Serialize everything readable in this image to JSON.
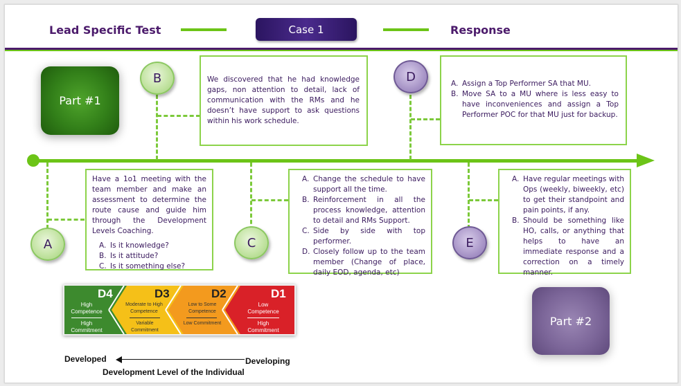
{
  "header": {
    "left_title": "Lead Specific Test",
    "case_label": "Case 1",
    "right_title": "Response"
  },
  "parts": {
    "part1": "Part #1",
    "part2": "Part #2"
  },
  "nodes": {
    "A": {
      "label": "A",
      "text": "Have a 1o1 meeting with the team member and make an assessment to determine the route cause and guide him through the Development Levels Coaching.",
      "list": [
        {
          "marker": "A.",
          "text": "Is it knowledge?"
        },
        {
          "marker": "B.",
          "text": "Is it attitude?"
        },
        {
          "marker": "C.",
          "text": "Is it something else?"
        }
      ]
    },
    "B": {
      "label": "B",
      "text": "We discovered that he had knowledge gaps, non attention to detail, lack of communication with the RMs and he doesn’t have support to ask questions within his work schedule."
    },
    "C": {
      "label": "C",
      "list": [
        {
          "marker": "A.",
          "text": "Change the schedule to have support all the time."
        },
        {
          "marker": "B.",
          "text": "Reinforcement in all the process knowledge, attention to detail and RMs Support."
        },
        {
          "marker": "C.",
          "text": "Side by side with top performer."
        },
        {
          "marker": "D.",
          "text": "Closely follow up to the team member (Change of place, daily EOD, agenda, etc)"
        }
      ]
    },
    "D": {
      "label": "D",
      "list": [
        {
          "marker": "A.",
          "text": "Assign a Top Performer SA that MU."
        },
        {
          "marker": "B.",
          "text": "Move SA to a MU where is less easy to have inconveniences and assign a Top Performer POC for that MU just for backup."
        }
      ]
    },
    "E": {
      "label": "E",
      "list": [
        {
          "marker": "A.",
          "text": "Have regular meetings with Ops (weekly, biweekly, etc) to get their standpoint and pain points, if any."
        },
        {
          "marker": "B.",
          "text": "Should be something like HO, calls, or anything that helps to have an immediate response and a correction on a timely manner."
        }
      ]
    }
  },
  "development_levels": {
    "levels": [
      {
        "code": "D4",
        "competence": "High Competence",
        "commitment": "High Commitment",
        "color": "#3d8a2e"
      },
      {
        "code": "D3",
        "competence": "Moderate to High Competence",
        "commitment": "Variable Commitment",
        "color": "#f5c018"
      },
      {
        "code": "D2",
        "competence": "Low to Some Competence",
        "commitment": "Low Commitment",
        "color": "#f39a1e"
      },
      {
        "code": "D1",
        "competence": "Low Competence",
        "commitment": "High Commitment",
        "color": "#d92128"
      }
    ],
    "left_label": "Developed",
    "right_label": "Developing",
    "caption": "Development Level of the Individual"
  },
  "colors": {
    "accent_green": "#6cc417",
    "header_purple": "#4b1a6b",
    "text_purple": "#3a1a5e"
  }
}
